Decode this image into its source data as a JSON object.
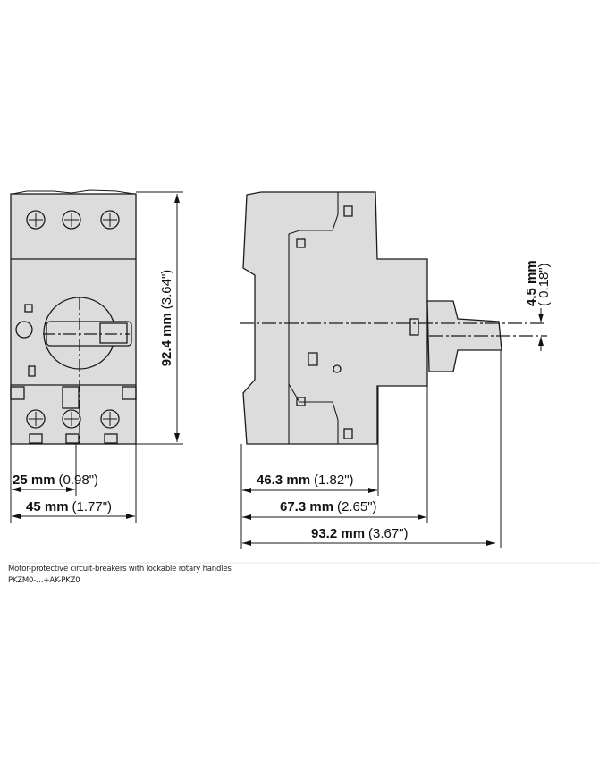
{
  "dimensions": {
    "height": {
      "mm": "92.4 mm",
      "in": "(3.64\")"
    },
    "front_partial_width": {
      "mm": "25 mm",
      "in": "(0.98\")"
    },
    "front_width": {
      "mm": "45 mm",
      "in": "(1.77\")"
    },
    "depth_body": {
      "mm": "46.3 mm",
      "in": "(1.82\")"
    },
    "depth_front": {
      "mm": "67.3 mm",
      "in": "(2.65\")"
    },
    "depth_total": {
      "mm": "93.2 mm",
      "in": "(3.67\")"
    },
    "handle_offset": {
      "mm": "4.5 mm",
      "in": "( 0.18\")"
    }
  },
  "caption": {
    "line1": "Motor-protective circuit-breakers with lockable rotary handles",
    "line2": "PKZM0-…+AK-PKZ0"
  },
  "colors": {
    "body": "#dcdcdc",
    "line": "#1a1a1a"
  }
}
